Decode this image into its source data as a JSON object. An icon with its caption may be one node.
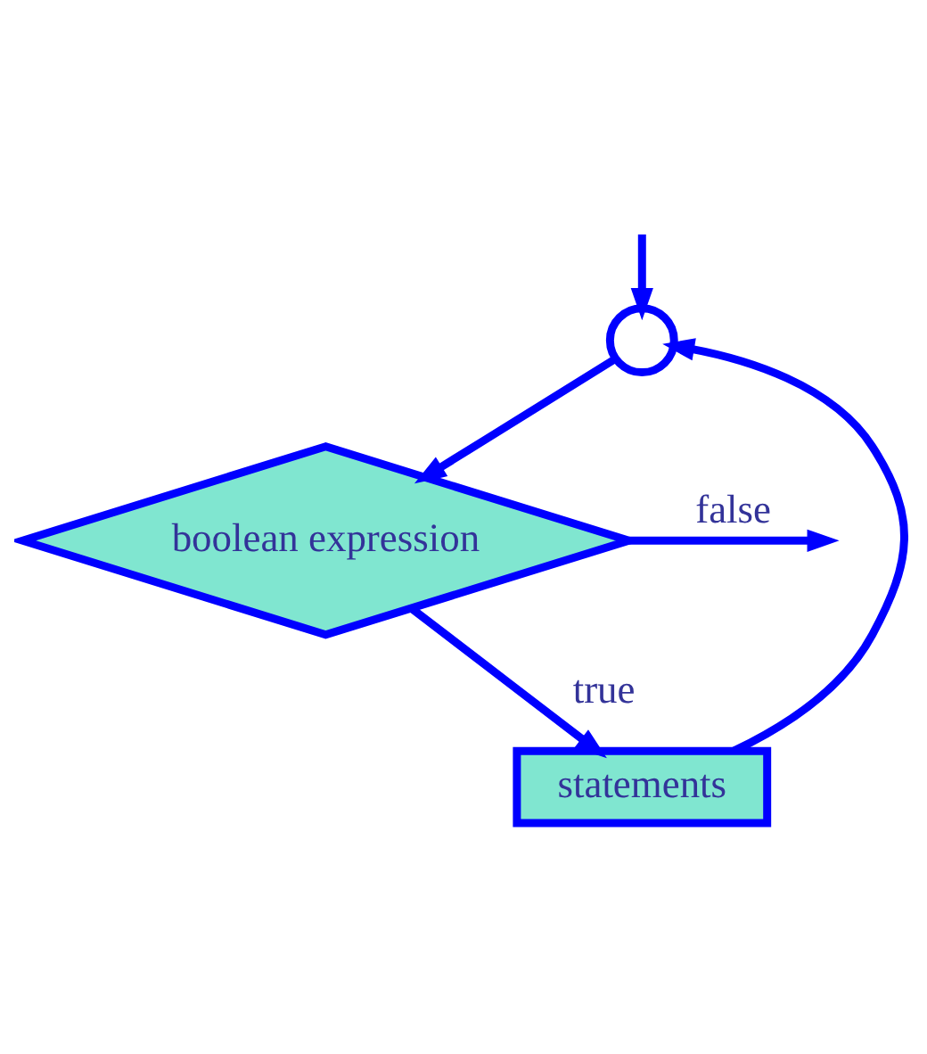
{
  "diagram": {
    "nodes": [
      {
        "text": [],
        "shape": "circle"
      },
      {
        "text": [
          "boolean expression"
        ]
      },
      {
        "text": [
          "statements"
        ]
      }
    ],
    "edges": [
      {
        "from": null,
        "to": 0,
        "arrow": "to"
      },
      {
        "from": 0,
        "to": 1,
        "arrow": "to"
      },
      {
        "from": 1,
        "to": null,
        "arrow": "to",
        "label": "false"
      },
      {
        "from": 1,
        "to": 2,
        "arrow": "to",
        "label": "true"
      },
      {
        "from": 2,
        "to": 0,
        "arrow": "to"
      }
    ]
  }
}
